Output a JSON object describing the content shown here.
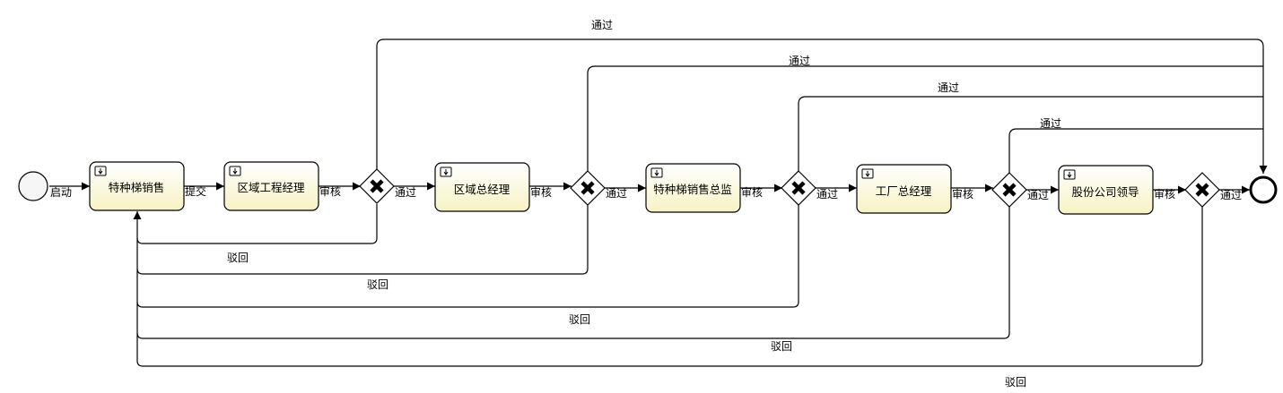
{
  "start_event": {
    "label": "启动"
  },
  "tasks": [
    {
      "label": "特种梯销售"
    },
    {
      "label": "区域工程经理"
    },
    {
      "label": "区域总经理"
    },
    {
      "label": "特种梯销售总监"
    },
    {
      "label": "工厂总经理"
    },
    {
      "label": "股份公司领导"
    }
  ],
  "flows": {
    "submit": "提交",
    "review": "审核",
    "pass": "通过",
    "reject": "驳回"
  },
  "colors": {
    "task_top": "#ffffff",
    "task_bottom": "#f8f4c8",
    "stroke": "#000000"
  }
}
